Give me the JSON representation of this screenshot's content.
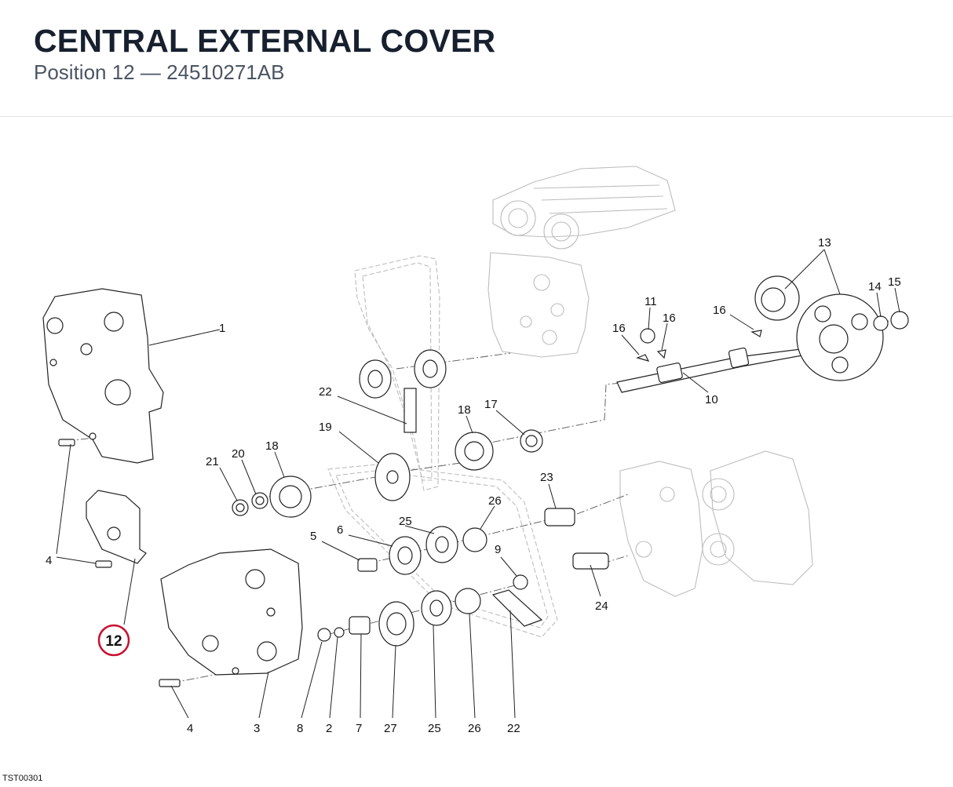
{
  "header": {
    "title": "CENTRAL EXTERNAL COVER",
    "subtitle": "Position 12 — 24510271AB"
  },
  "diagram": {
    "highlight_label": "12",
    "highlight_color": "#c8102e",
    "labels": {
      "p1": "1",
      "p13": "13",
      "p11": "11",
      "p16a": "16",
      "p16b": "16",
      "p16c": "16",
      "p14": "14",
      "p15": "15",
      "p10": "10",
      "p22a": "22",
      "p19": "19",
      "p18a": "18",
      "p17": "17",
      "p21": "21",
      "p20": "20",
      "p18b": "18",
      "p23": "23",
      "p26a": "26",
      "p25a": "25",
      "p5": "5",
      "p6": "6",
      "p9": "9",
      "p24": "24",
      "p4a": "4",
      "p4b": "4",
      "p3": "3",
      "p8": "8",
      "p2": "2",
      "p7": "7",
      "p27": "27",
      "p25b": "25",
      "p26b": "26",
      "p22b": "22"
    }
  },
  "footer": {
    "ref": "TST00301"
  }
}
